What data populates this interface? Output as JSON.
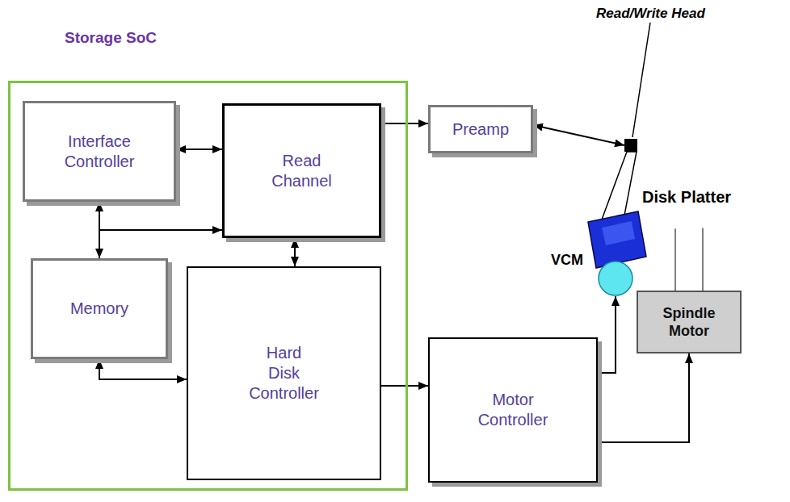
{
  "diagram": {
    "nodes": [
      {
        "text": [
          "Storage SoC"
        ]
      },
      {
        "text": [
          "Interface Controller"
        ],
        "in": 0
      },
      {
        "text": [
          "Read Channel"
        ],
        "in": 0
      },
      {
        "text": [
          "Memory"
        ],
        "in": 0
      },
      {
        "text": [
          "Hard Disk Controller"
        ],
        "in": 0
      },
      {
        "text": [
          "Preamp"
        ]
      },
      {
        "text": [
          "Disk Platter"
        ]
      },
      {
        "text": [
          "Read/Write Head"
        ],
        "in": 6
      },
      {
        "text": [
          "VCM"
        ]
      },
      {
        "text": [
          "Spindle Motor"
        ]
      },
      {
        "text": [
          "Motor Controller"
        ]
      }
    ],
    "edges": [
      {
        "from": 1,
        "to": 2,
        "arrow": "both"
      },
      {
        "from": 1,
        "to": 3,
        "arrow": "both"
      },
      {
        "from": 3,
        "to": 2,
        "arrow": "to"
      },
      {
        "from": 2,
        "to": 4,
        "arrow": "both"
      },
      {
        "from": 3,
        "to": 4,
        "arrow": "both"
      },
      {
        "from": 2,
        "to": 5,
        "arrow": "to"
      },
      {
        "from": 5,
        "to": 7,
        "arrow": "both"
      },
      {
        "from": 4,
        "to": 10,
        "arrow": "to"
      },
      {
        "from": 10,
        "to": 8,
        "arrow": "to"
      },
      {
        "from": 10,
        "to": 9,
        "arrow": "to"
      },
      {
        "from": 9,
        "to": 6,
        "arrow": "none"
      }
    ]
  }
}
